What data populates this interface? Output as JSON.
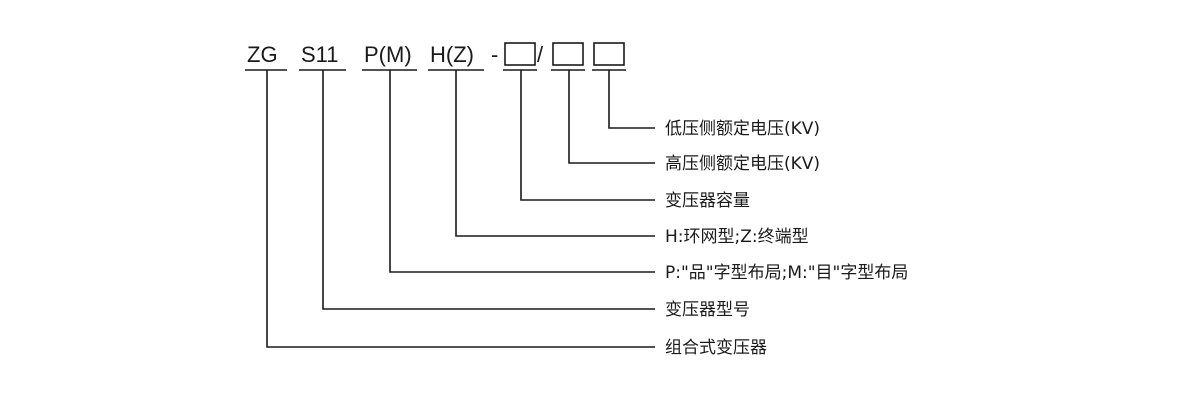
{
  "model_code": {
    "segments": [
      "ZG",
      "S11",
      "P(M)",
      "H(Z)",
      "-",
      "/"
    ],
    "placeholder_boxes": 3
  },
  "legend": [
    "低压侧额定电压(KV)",
    "高压侧额定电压(KV)",
    "变压器容量",
    "H:环网型;Z:终端型",
    "P:\"品\"字型布局;M:\"目\"字型布局",
    "变压器型号",
    "组合式变压器"
  ]
}
